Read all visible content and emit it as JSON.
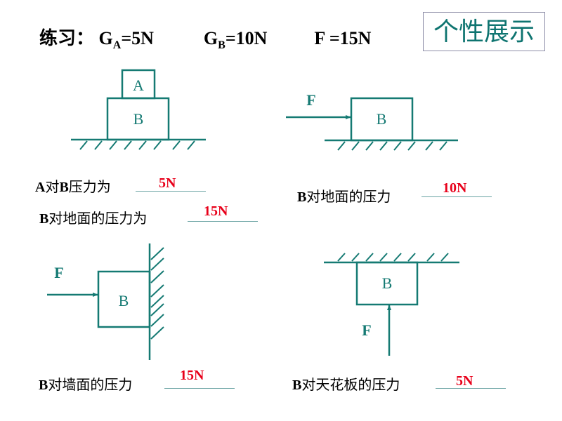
{
  "heading": {
    "prefix": "练习：",
    "ga_label": "G",
    "ga_sub": "A",
    "ga_value": "=5N",
    "gb_label": "G",
    "gb_sub": "B",
    "gb_value": "=10N",
    "f_label": "F =15N"
  },
  "badge": {
    "text": "个性展示"
  },
  "colors": {
    "diagram": "#157a73",
    "answer": "#e8001a",
    "underline": "#6aa3a3"
  },
  "diagrams": {
    "d1": {
      "top_block": "A",
      "bottom_block": "B"
    },
    "d2": {
      "force": "F",
      "block": "B"
    },
    "d3": {
      "force": "F",
      "block": "B"
    },
    "d4": {
      "force": "F",
      "block": "B"
    }
  },
  "questions": {
    "q1": {
      "prefix": "A",
      "mid": "对",
      "b": "B",
      "text": "压力为",
      "answer": "5N"
    },
    "q2": {
      "prefix": "B",
      "text": "对地面的压力为",
      "answer": "15N"
    },
    "q3": {
      "prefix": "B",
      "text": "对地面的压力",
      "answer": "10N"
    },
    "q4": {
      "prefix": "B",
      "text": "对墙面的压力",
      "answer": "15N"
    },
    "q5": {
      "prefix": "B",
      "text": "对天花板的压力",
      "answer": "5N"
    }
  }
}
